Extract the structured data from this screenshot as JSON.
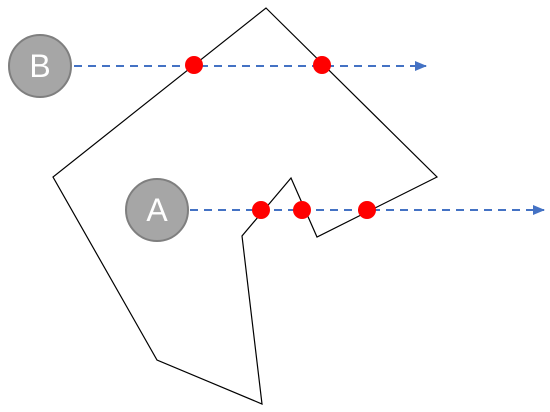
{
  "diagram": {
    "points": {
      "B": {
        "label": "B"
      },
      "A": {
        "label": "A"
      }
    },
    "colors": {
      "polygon_stroke": "#000000",
      "ray": "#4472C4",
      "intersection": "#FF0000",
      "point_fill": "#A6A6A6",
      "point_stroke": "#7F7F7F",
      "point_text": "#FFFFFF"
    },
    "rays": [
      {
        "from": "B",
        "intersection_count": 2
      },
      {
        "from": "A",
        "intersection_count": 3
      }
    ]
  }
}
